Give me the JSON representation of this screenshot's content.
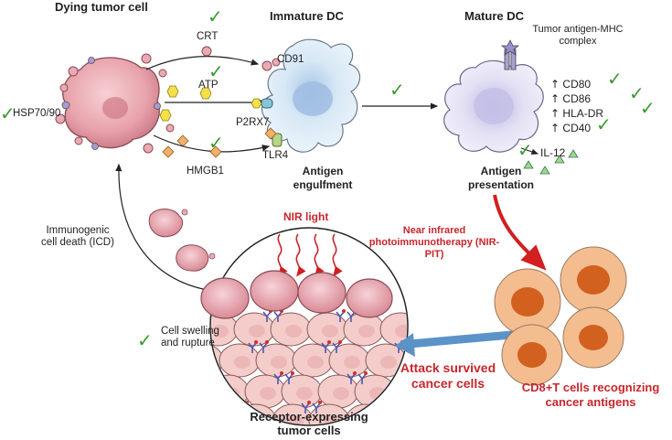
{
  "titles": {
    "dying_tumor_cell": "Dying tumor cell",
    "immature_dc": "Immature DC",
    "mature_dc": "Mature DC"
  },
  "damps": {
    "crt": "CRT",
    "atp": "ATP",
    "hmgb1": "HMGB1",
    "hsp": "HSP70/90"
  },
  "receptors": {
    "cd91": "CD91",
    "p2rx7": "P2RX7",
    "tlr4": "TLR4"
  },
  "immature_dc_caption": "Antigen engulfment",
  "mature_dc_caption": "Antigen presentation",
  "mhc_complex": "Tumor antigen-MHC complex",
  "markers": [
    "CD80",
    "CD86",
    "HLA-DR",
    "CD40"
  ],
  "marker_prefix": "↑",
  "cytokine": "IL-12",
  "icd": "Immunogenic cell death (ICD)",
  "nir_light": "NIR light",
  "nir_pit": "Near infrared photoimmunotherapy (NIR-PIT)",
  "cell_swelling": "Cell swelling and rupture",
  "receptor_cells": "Receptor-expressing tumor cells",
  "attack": "Attack survived cancer cells",
  "cd8": "CD8+T cells recognizing cancer antigens",
  "checkmark": "✓",
  "colors": {
    "tumor": "#e8a2ab",
    "dc": "#cfe3f3",
    "mature_dc": "#ddd9ee",
    "t_cell": "#f4bd90",
    "t_nucleus": "#d2601f",
    "red_text": "#c8262c",
    "check": "#3a9a2e",
    "blue_arrow": "#5b93c9"
  }
}
